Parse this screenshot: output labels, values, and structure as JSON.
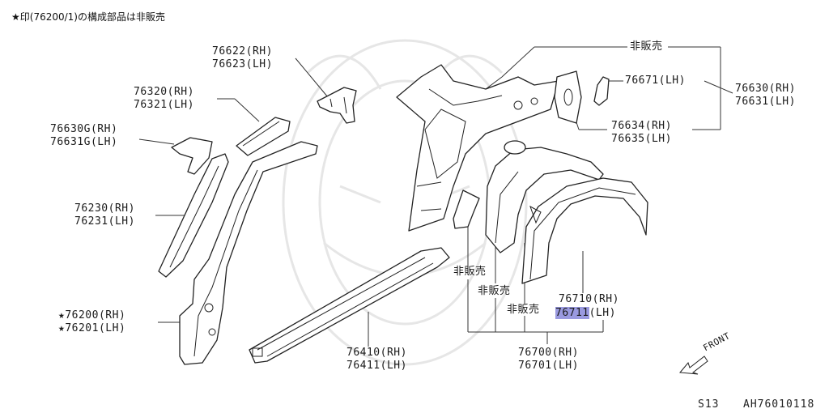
{
  "note": "★印(76200/1)の構成部品は非販売",
  "not_for_sale": "非販売",
  "labels": {
    "p76622": "76622(RH)",
    "p76623": "76623(LH)",
    "p76320": "76320(RH)",
    "p76321": "76321(LH)",
    "p76630g": "76630G(RH)",
    "p76631g": "76631G(LH)",
    "p76230": "76230(RH)",
    "p76231": "76231(LH)",
    "p76200": "★76200(RH)",
    "p76201": "★76201(LH)",
    "p76410": "76410(RH)",
    "p76411": "76411(LH)",
    "p76700": "76700(RH)",
    "p76701": "76701(LH)",
    "p76710": "76710(RH)",
    "p76711_num": "76711",
    "p76711_side": "(LH)",
    "p76671": "76671(LH)",
    "p76630": "76630(RH)",
    "p76631": "76631(LH)",
    "p76634": "76634(RH)",
    "p76635": "76635(LH)"
  },
  "front_label": "FRONT",
  "footer": {
    "model": "S13",
    "code": "AH76010118"
  },
  "colors": {
    "highlight": "#9a9ae0",
    "line": "#222222"
  }
}
